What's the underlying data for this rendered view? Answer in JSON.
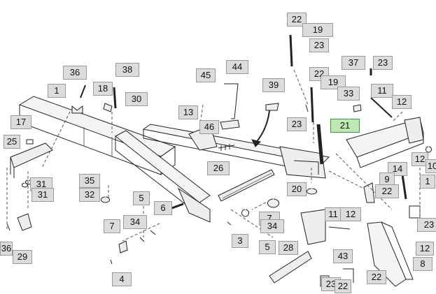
{
  "diagram": {
    "highlighted_callout": "21",
    "highlight_color": "#bfe8b4",
    "callout_color": "#dcdcdc",
    "callouts": [
      "22",
      "19",
      "23",
      "37",
      "23",
      "44",
      "38",
      "36",
      "45",
      "22",
      "19",
      "39",
      "18",
      "30",
      "1",
      "33",
      "11",
      "12",
      "13",
      "21",
      "17",
      "46",
      "23",
      "25",
      "12",
      "10",
      "26",
      "14",
      "9",
      "1",
      "22",
      "35",
      "31",
      "31",
      "20",
      "32",
      "5",
      "6",
      "7",
      "34",
      "7",
      "5",
      "34",
      "11",
      "12",
      "23",
      "3",
      "36",
      "29",
      "28",
      "12",
      "43",
      "8",
      "4",
      "22",
      "23",
      "22"
    ]
  }
}
